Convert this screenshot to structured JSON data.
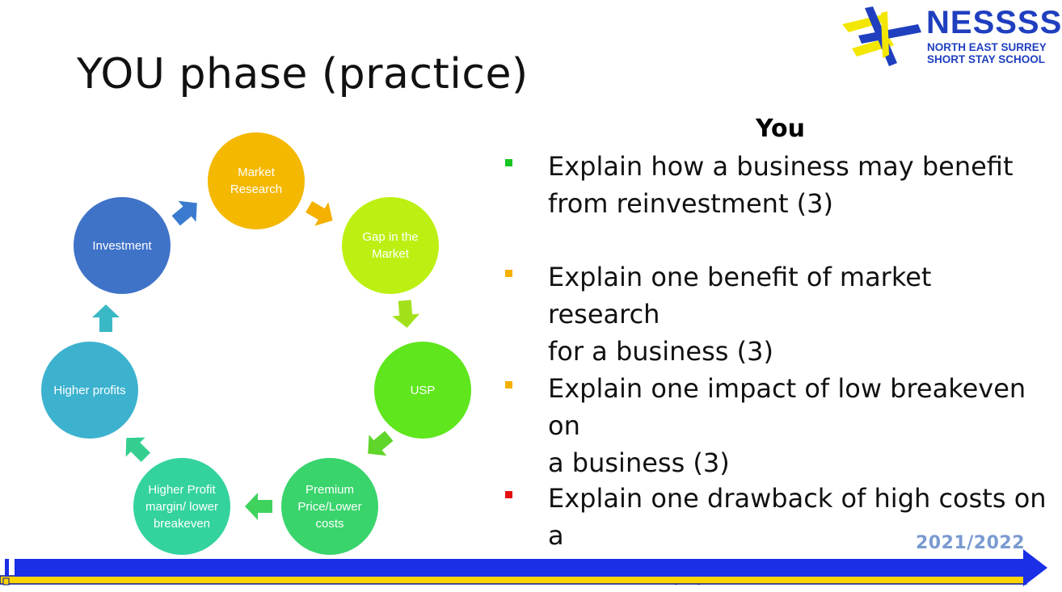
{
  "slide": {
    "title": "YOU phase (practice)",
    "year": "2021/2022"
  },
  "logo": {
    "name": "NESSSS",
    "line1": "NORTH EAST SURREY",
    "line2": "SHORT STAY SCHOOL",
    "colors": {
      "blue": "#1f3fbf",
      "yellow": "#f3e600"
    }
  },
  "cycle": {
    "nodes": [
      {
        "label": "Market Research",
        "color": "#f5b800"
      },
      {
        "label": "Gap in the Market",
        "color": "#bdf012"
      },
      {
        "label": "USP",
        "color": "#5fe61d"
      },
      {
        "label": "Premium Price/Lower costs",
        "color": "#39d46c"
      },
      {
        "label": "Higher Profit margin/ lower breakeven",
        "color": "#34d39e"
      },
      {
        "label": "Higher profits",
        "color": "#3cb2cf"
      },
      {
        "label": "Investment",
        "color": "#3f73c8"
      }
    ],
    "arrow_colors": [
      "#f5b000",
      "#a2e11a",
      "#5fd629",
      "#3fd35e",
      "#34cf8e",
      "#3ab8c4",
      "#3a7bd0"
    ]
  },
  "you": {
    "heading": "You",
    "tasks": [
      {
        "line1": "Explain how a business may benefit",
        "line2": "from reinvestment (3)",
        "bullet_color": "#15c624"
      },
      {
        "line1": "Explain one benefit of market research",
        "line2": "for a business (3)",
        "bullet_color": "#f5b000"
      },
      {
        "line1": "Explain one impact of low breakeven on",
        "line2": "a business (3)",
        "bullet_color": "#f5b000"
      },
      {
        "line1": "Explain one drawback of high costs on a",
        "line2": "business (3)",
        "bullet_color": "#e41010"
      }
    ]
  },
  "footer_bar": {
    "blue": "#1a2fe6",
    "yellow": "#ffd400"
  }
}
